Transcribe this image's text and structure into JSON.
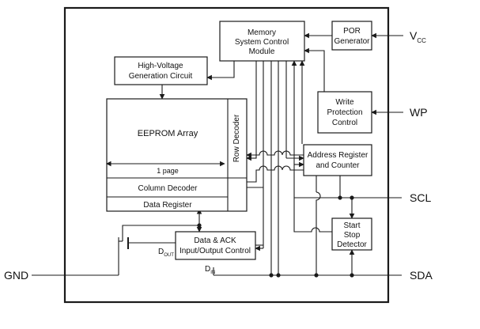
{
  "blocks": {
    "memory_system_control": [
      "Memory",
      "System Control",
      "Module"
    ],
    "por_generator": [
      "POR",
      "Generator"
    ],
    "high_voltage": [
      "High-Voltage",
      "Generation Circuit"
    ],
    "eeprom_array": "EEPROM Array",
    "row_decoder": "Row Decoder",
    "page_label": "1 page",
    "write_protection": [
      "Write",
      "Protection",
      "Control"
    ],
    "address_register": [
      "Address Register",
      "and Counter"
    ],
    "column_decoder": "Column Decoder",
    "data_register": "Data Register",
    "start_stop": [
      "Start",
      "Stop",
      "Detector"
    ],
    "data_ack": [
      "Data & ACK",
      "Input/Output Control"
    ]
  },
  "signals": {
    "dout": {
      "main": "D",
      "sub": "OUT"
    },
    "din": {
      "main": "D",
      "sub": "IN"
    }
  },
  "pins": {
    "vcc": {
      "main": "V",
      "sub": "CC"
    },
    "wp": "WP",
    "scl": "SCL",
    "sda": "SDA",
    "gnd": "GND"
  }
}
